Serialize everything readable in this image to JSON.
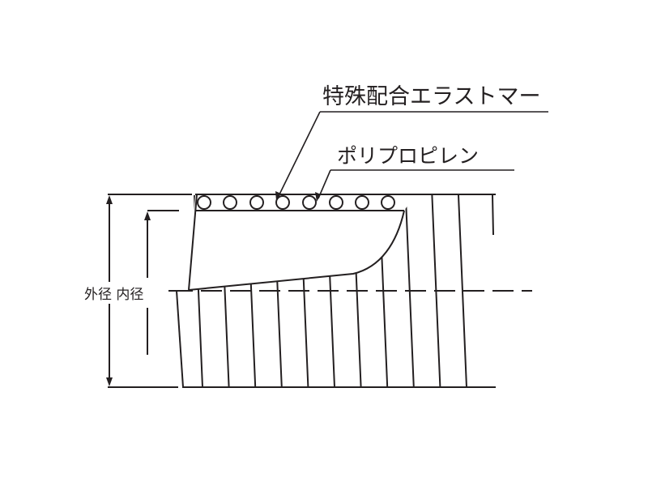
{
  "labels": {
    "outer_layer": "特殊配合エラストマー",
    "reinforcement": "ポリプロピレン",
    "dimension": "外径 内径"
  },
  "colors": {
    "line": "#231f20",
    "background": "#ffffff"
  }
}
